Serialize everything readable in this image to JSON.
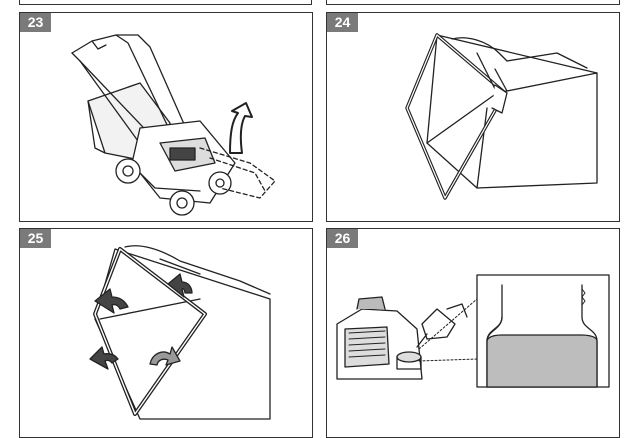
{
  "panels": [
    {
      "number": "23",
      "illustration": "lawnmower-handle-fold"
    },
    {
      "number": "24",
      "illustration": "grass-bag-frame-insert"
    },
    {
      "number": "25",
      "illustration": "grass-bag-clips-attach"
    },
    {
      "number": "26",
      "illustration": "engine-oil-fill-level"
    }
  ],
  "colors": {
    "badge": "#7a7a7a",
    "line": "#222222",
    "oil": "#bdbdbd"
  }
}
